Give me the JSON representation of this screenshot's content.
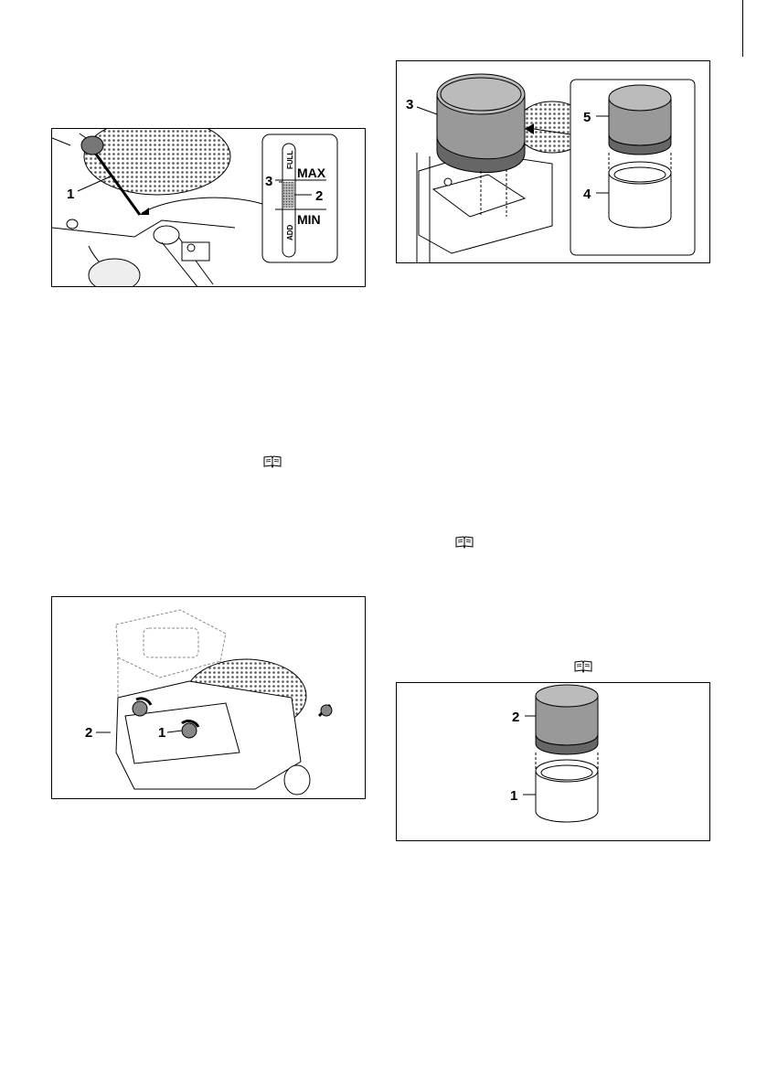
{
  "figure_dipstick": {
    "callouts": {
      "dipstick": "1",
      "oil_zone": "2",
      "max_mark": "3"
    },
    "scale": {
      "max": "MAX",
      "min": "MIN",
      "full": "FULL",
      "add": "ADD"
    }
  },
  "figure_cover": {
    "callouts": {
      "knob_right": "1",
      "knob_left": "2"
    }
  },
  "figure_filter_assembly": {
    "callouts": {
      "filter": "3",
      "cover_pad": "5",
      "foam": "4"
    }
  },
  "figure_filter_parts": {
    "callouts": {
      "paper_element": "2",
      "pre_cleaner": "1"
    }
  },
  "icons": [
    "book-icon",
    "book-icon",
    "book-icon"
  ]
}
